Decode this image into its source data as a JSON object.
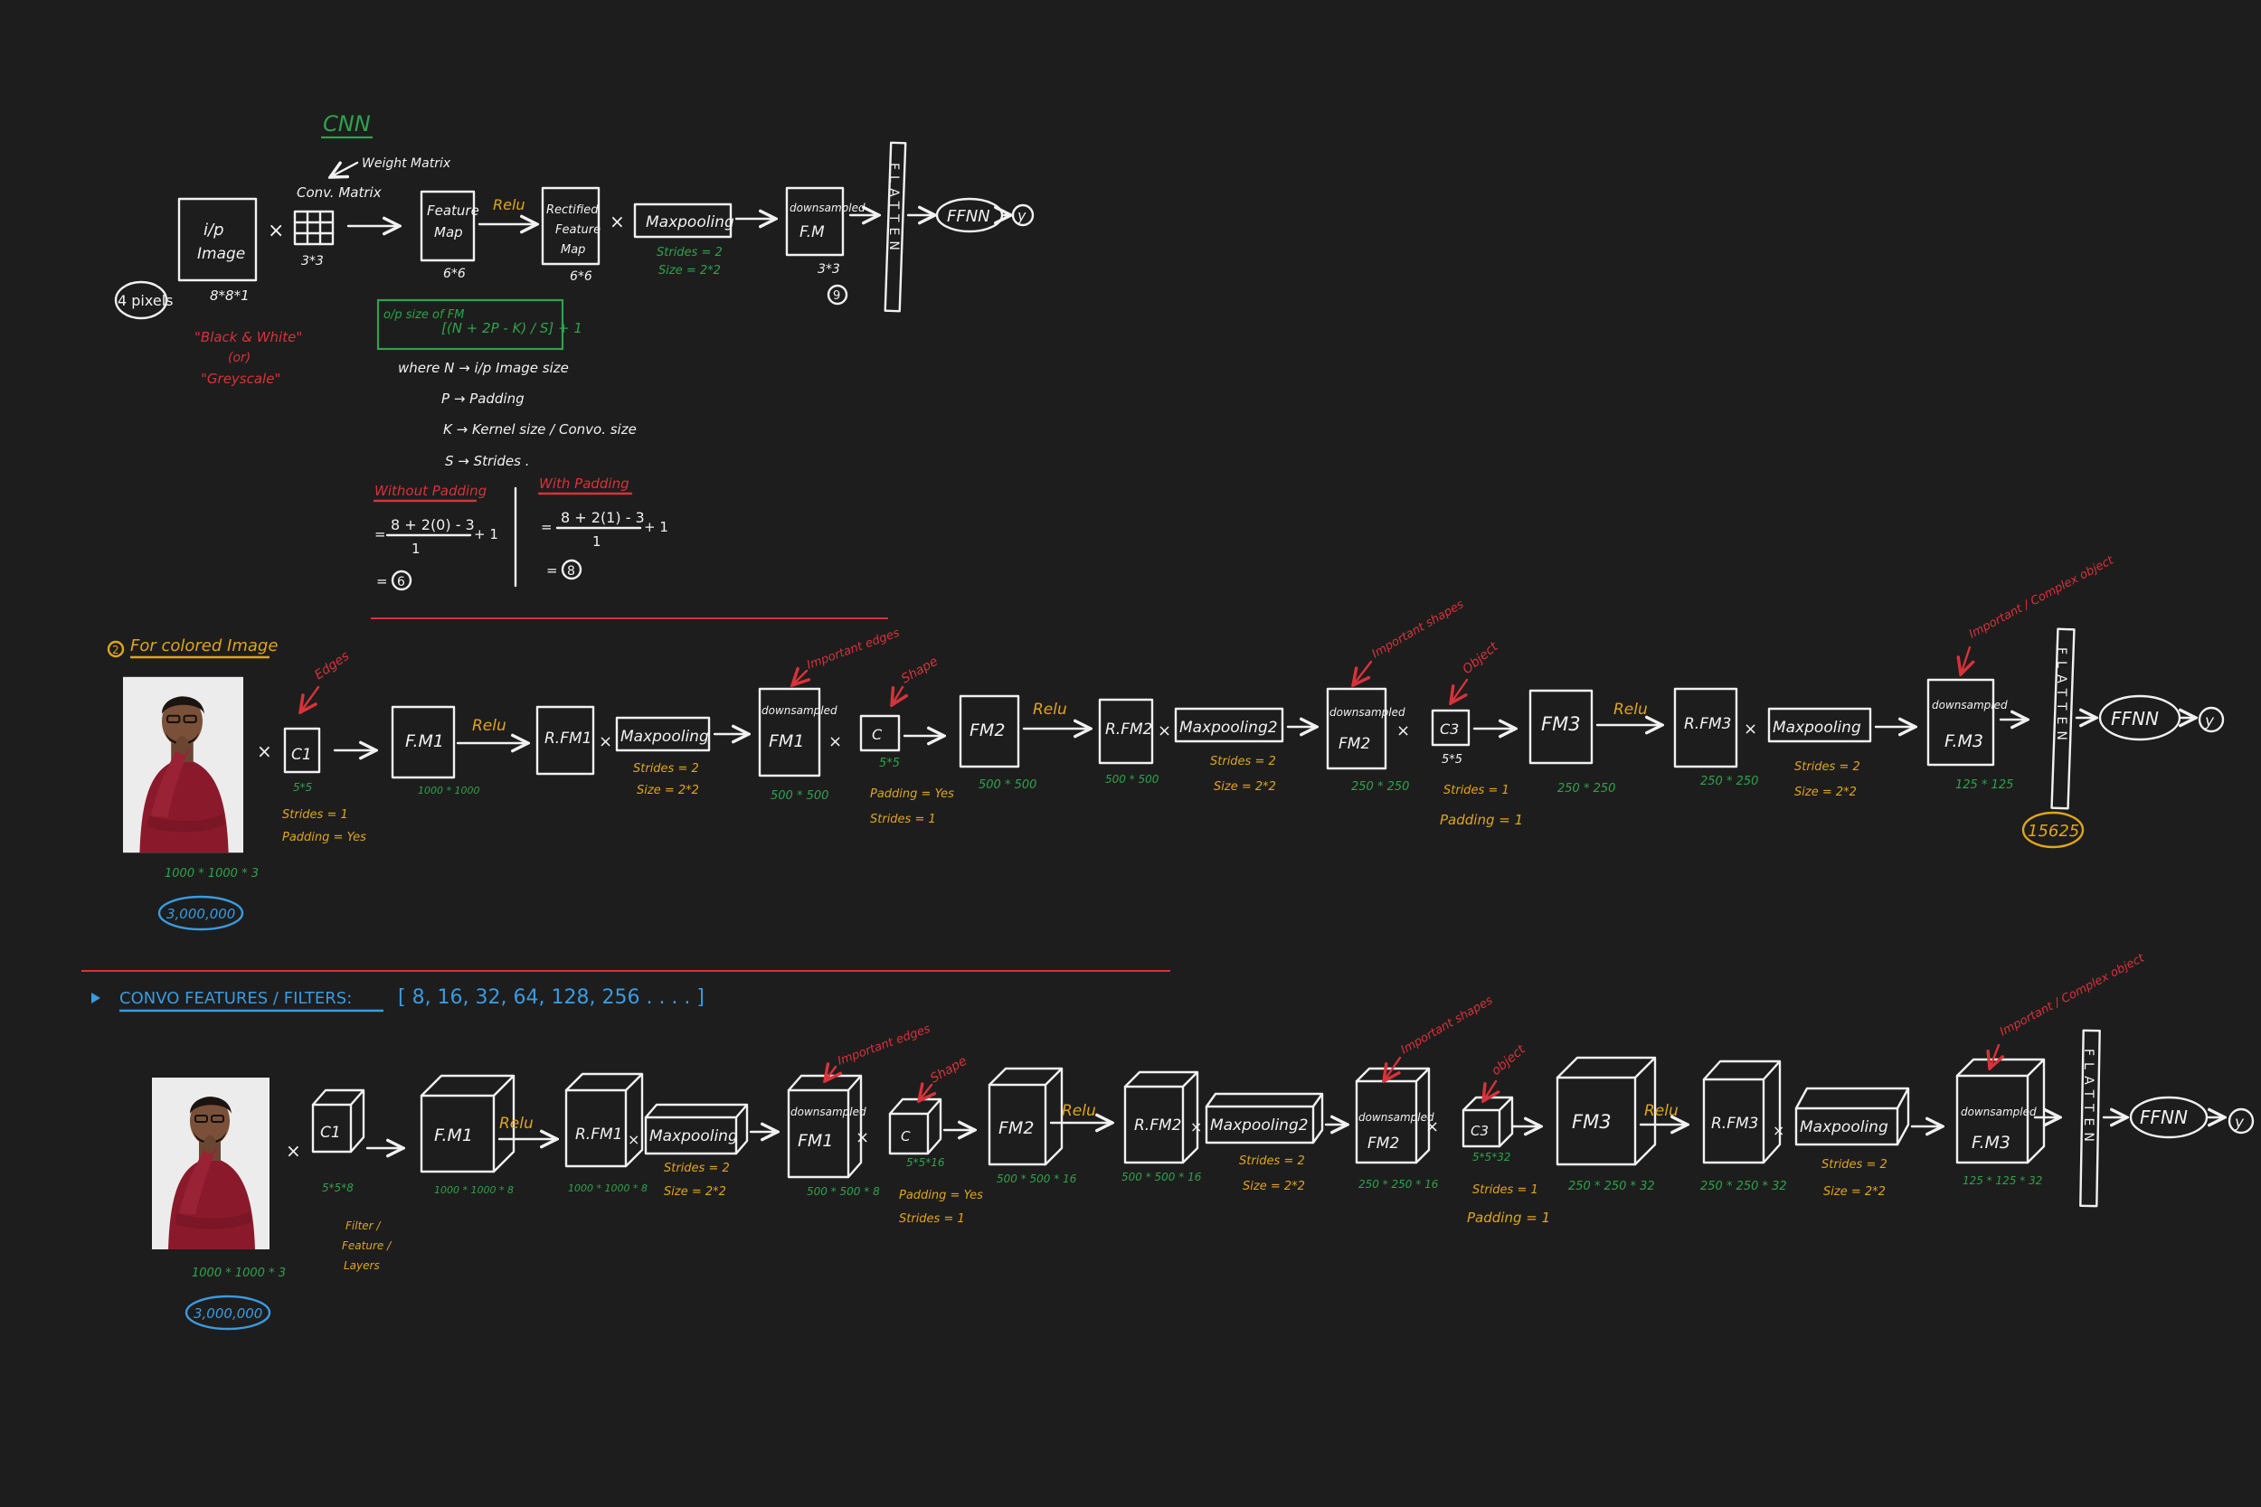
{
  "diagram1": {
    "title": "CNN",
    "weight_matrix": "Weight Matrix",
    "conv_matrix": "Conv. Matrix",
    "input_line1": "i/p",
    "input_line2": "Image",
    "input_size": "8*8*1",
    "pixel_note": "4 pixels",
    "bw_line1": "\"Black & White\"",
    "bw_line2": "(or)",
    "bw_line3": "\"Greyscale\"",
    "kernel_size": "3*3",
    "fm_line1": "Feature",
    "fm_line2": "Map",
    "fm_size": "6*6",
    "relu": "Relu",
    "rfm_line1": "Rectified",
    "rfm_line2": "Feature",
    "rfm_line3": "Map",
    "rfm_size": "6*6",
    "maxpool": "Maxpooling",
    "maxpool_strides": "Strides = 2",
    "maxpool_size": "Size = 2*2",
    "ds_line1": "downsampled",
    "ds_line2": "F.M",
    "ds_size": "3*3",
    "ds_count": "9",
    "flatten": "FLATTEN",
    "ffnn": "FFNN",
    "output": "y",
    "formula_lhs": "o/p size of FM",
    "formula_rhs": "[(N + 2P - K) / S] + 1",
    "where_n": "where  N → i/p Image size",
    "where_p": "P → Padding",
    "where_k": "K → Kernel size / Convo. size",
    "where_s": "S → Strides .",
    "without_padding": "Without Padding",
    "with_padding": "With Padding",
    "wo_numer": "8 + 2(0) - 3",
    "wo_denom": "1",
    "wo_plus": "+ 1",
    "wo_result": "6",
    "w_numer": "8 + 2(1) - 3",
    "w_denom": "1",
    "w_plus": "+ 1",
    "w_result": "8"
  },
  "diagram2": {
    "heading": "For colored Image",
    "heading_number": "2",
    "photo_size": "1000 * 1000 * 3",
    "photo_count": "3,000,000",
    "c1": "C1",
    "c1_size": "5*5",
    "c1_strides": "Strides = 1",
    "c1_padding": "Padding = Yes",
    "edges": "Edges",
    "fm1": "F.M1",
    "fm1_size": "1000 * 1000",
    "relu1": "Relu",
    "rfm1": "R.FM1",
    "maxpool1": "Maxpooling",
    "mp1_strides": "Strides = 2",
    "mp1_size": "Size = 2*2",
    "ds1_line1": "downsampled",
    "ds1_line2": "FM1",
    "ds1_size": "500 * 500",
    "important_edges": "Important edges",
    "c2": "C",
    "c2_size": "5*5",
    "shape": "Shape",
    "c2_padding": "Padding = Yes",
    "c2_strides": "Strides = 1",
    "fm2": "FM2",
    "fm2_size": "500 * 500",
    "relu2": "Relu",
    "rfm2": "R.FM2",
    "rfm2_size": "500 * 500",
    "maxpool2": "Maxpooling2",
    "mp2_strides": "Strides = 2",
    "mp2_size": "Size = 2*2",
    "ds2_line1": "downsampled",
    "ds2_line2": "FM2",
    "ds2_size": "250 * 250",
    "important_shapes": "Important shapes",
    "c3": "C3",
    "c3_size": "5*5",
    "object": "Object",
    "c3_strides": "Strides = 1",
    "c3_padding": "Padding = 1",
    "fm3": "FM3",
    "fm3_size": "250 * 250",
    "relu3": "Relu",
    "rfm3": "R.FM3",
    "rfm3_size": "250 * 250",
    "maxpool3": "Maxpooling",
    "mp3_strides": "Strides = 2",
    "mp3_size": "Size = 2*2",
    "ds3_line1": "downsampled",
    "ds3_line2": "F.M3",
    "ds3_size": "125 * 125",
    "important_objects": "Important / Complex object",
    "flatten_count": "15625",
    "flatten": "FLATTEN",
    "ffnn": "FFNN",
    "output": "y"
  },
  "diagram3": {
    "heading_label": "CONVO FEATURES / FILTERS:",
    "heading_list": "[ 8, 16, 32, 64, 128, 256 . . . . ]",
    "photo_size": "1000 * 1000 * 3",
    "photo_count": "3,000,000",
    "c1": "C1",
    "c1_size": "5*5*8",
    "c1_note_line1": "Filter /",
    "c1_note_line2": "Feature /",
    "c1_note_line3": "Layers",
    "fm1": "F.M1",
    "fm1_size": "1000 * 1000 * 8",
    "relu1": "Relu",
    "rfm1": "R.FM1",
    "rfm1_size": "1000 * 1000 * 8",
    "maxpool1": "Maxpooling",
    "mp1_strides": "Strides = 2",
    "mp1_size": "Size = 2*2",
    "ds1_line1": "downsampled",
    "ds1_line2": "FM1",
    "ds1_size": "500 * 500 * 8",
    "important_edges": "Important edges",
    "c2": "C",
    "c2_size": "5*5*16",
    "shape": "Shape",
    "c2_padding": "Padding = Yes",
    "c2_strides": "Strides = 1",
    "fm2": "FM2",
    "fm2_size": "500 * 500 * 16",
    "relu2": "Relu",
    "rfm2": "R.FM2",
    "rfm2_size": "500 * 500 * 16",
    "maxpool2": "Maxpooling2",
    "mp2_strides": "Strides = 2",
    "mp2_size": "Size = 2*2",
    "ds2_line1": "downsampled",
    "ds2_line2": "FM2",
    "ds2_size": "250 * 250 * 16",
    "important_shapes": "Important shapes",
    "c3": "C3",
    "c3_size": "5*5*32",
    "object": "object",
    "c3_strides": "Strides = 1",
    "c3_padding": "Padding = 1",
    "fm3": "FM3",
    "fm3_size": "250 * 250 * 32",
    "relu3": "Relu",
    "rfm3": "R.FM3",
    "rfm3_size": "250 * 250 * 32",
    "maxpool3": "Maxpooling",
    "mp3_strides": "Strides = 2",
    "mp3_size": "Size = 2*2",
    "ds3_line1": "downsampled",
    "ds3_line2": "F.M3",
    "ds3_size": "125 * 125 * 32",
    "important_objects": "Important / Complex object",
    "flatten": "FLATTEN",
    "ffnn": "FFNN",
    "output": "y"
  },
  "colors": {
    "background": "#1d1d1d",
    "chalk_white": "#f1f1f1",
    "green": "#2fa24b",
    "red": "#d8323a",
    "yellow": "#e0a51c",
    "blue": "#3a9be0",
    "shirt": "#8a1a2b"
  },
  "icons": [
    "arrow-right-icon",
    "multiply-icon",
    "person-photo"
  ]
}
